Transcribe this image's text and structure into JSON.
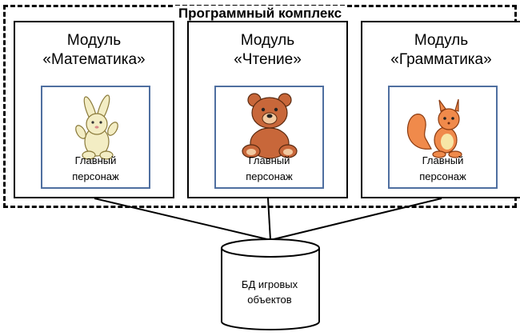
{
  "diagram": {
    "title": "Программный комплекс",
    "modules": [
      {
        "title_line1": "Модуль",
        "title_line2": "«Математика»",
        "character_label_line1": "Главный",
        "character_label_line2": "персонаж",
        "character_icon": "bunny-icon"
      },
      {
        "title_line1": "Модуль",
        "title_line2": "«Чтение»",
        "character_label_line1": "Главный",
        "character_label_line2": "персонаж",
        "character_icon": "bear-icon"
      },
      {
        "title_line1": "Модуль",
        "title_line2": "«Грамматика»",
        "character_label_line1": "Главный",
        "character_label_line2": "персонаж",
        "character_icon": "squirrel-icon"
      }
    ],
    "database": {
      "label_line1": "БД игровых",
      "label_line2": "объектов"
    },
    "colors": {
      "character_box_border": "#4f6fa0",
      "bear": "#c8673a",
      "squirrel": "#f08a4b",
      "bunny": "#f3edc4"
    }
  }
}
